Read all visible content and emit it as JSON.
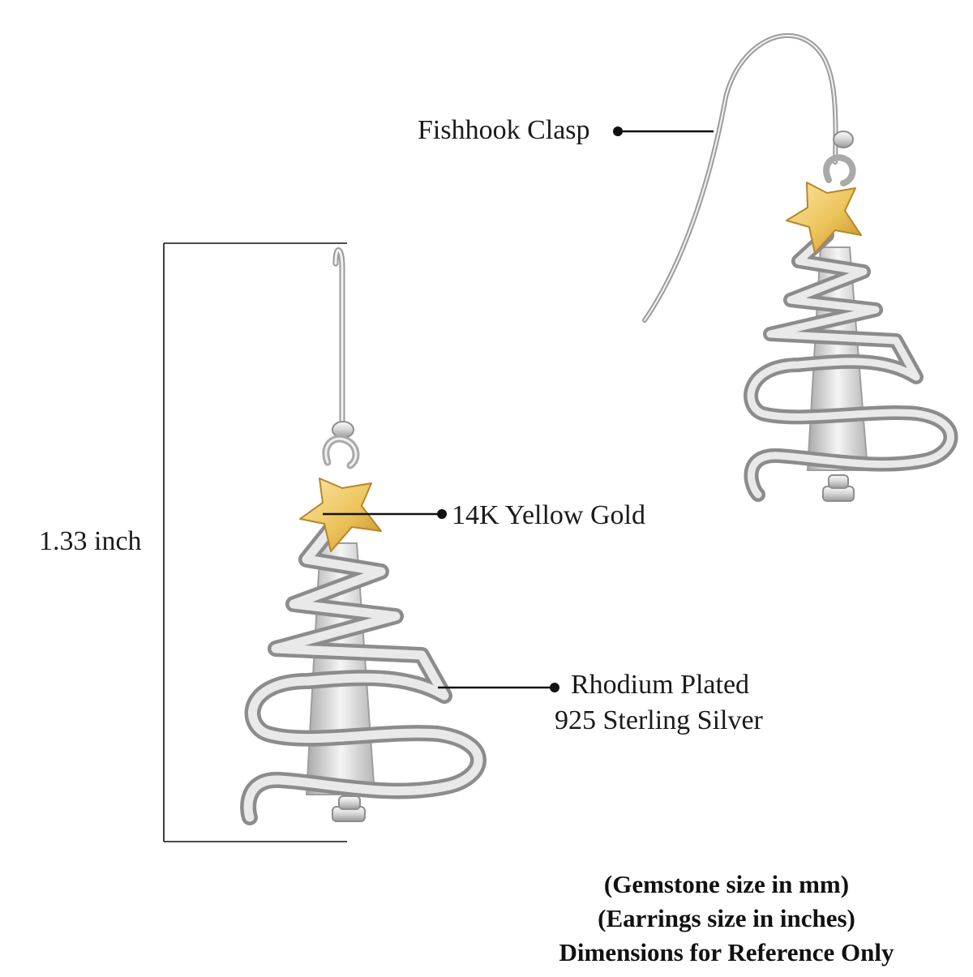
{
  "labels": {
    "fishhook_clasp": "Fishhook Clasp",
    "gold": "14K Yellow Gold",
    "rhodium_line1": "Rhodium Plated",
    "rhodium_line2": "925 Sterling Silver",
    "height": "1.33 inch"
  },
  "notes": [
    "(Gemstone size in mm)",
    "(Earrings size in inches)",
    "Dimensions for Reference Only"
  ],
  "colors": {
    "silver_light": "#f4f4f4",
    "silver_mid": "#c9c9c9",
    "silver_dark": "#8e8e8e",
    "gold_light": "#f7dd8a",
    "gold_dark": "#c99a2e",
    "line": "#111111"
  }
}
